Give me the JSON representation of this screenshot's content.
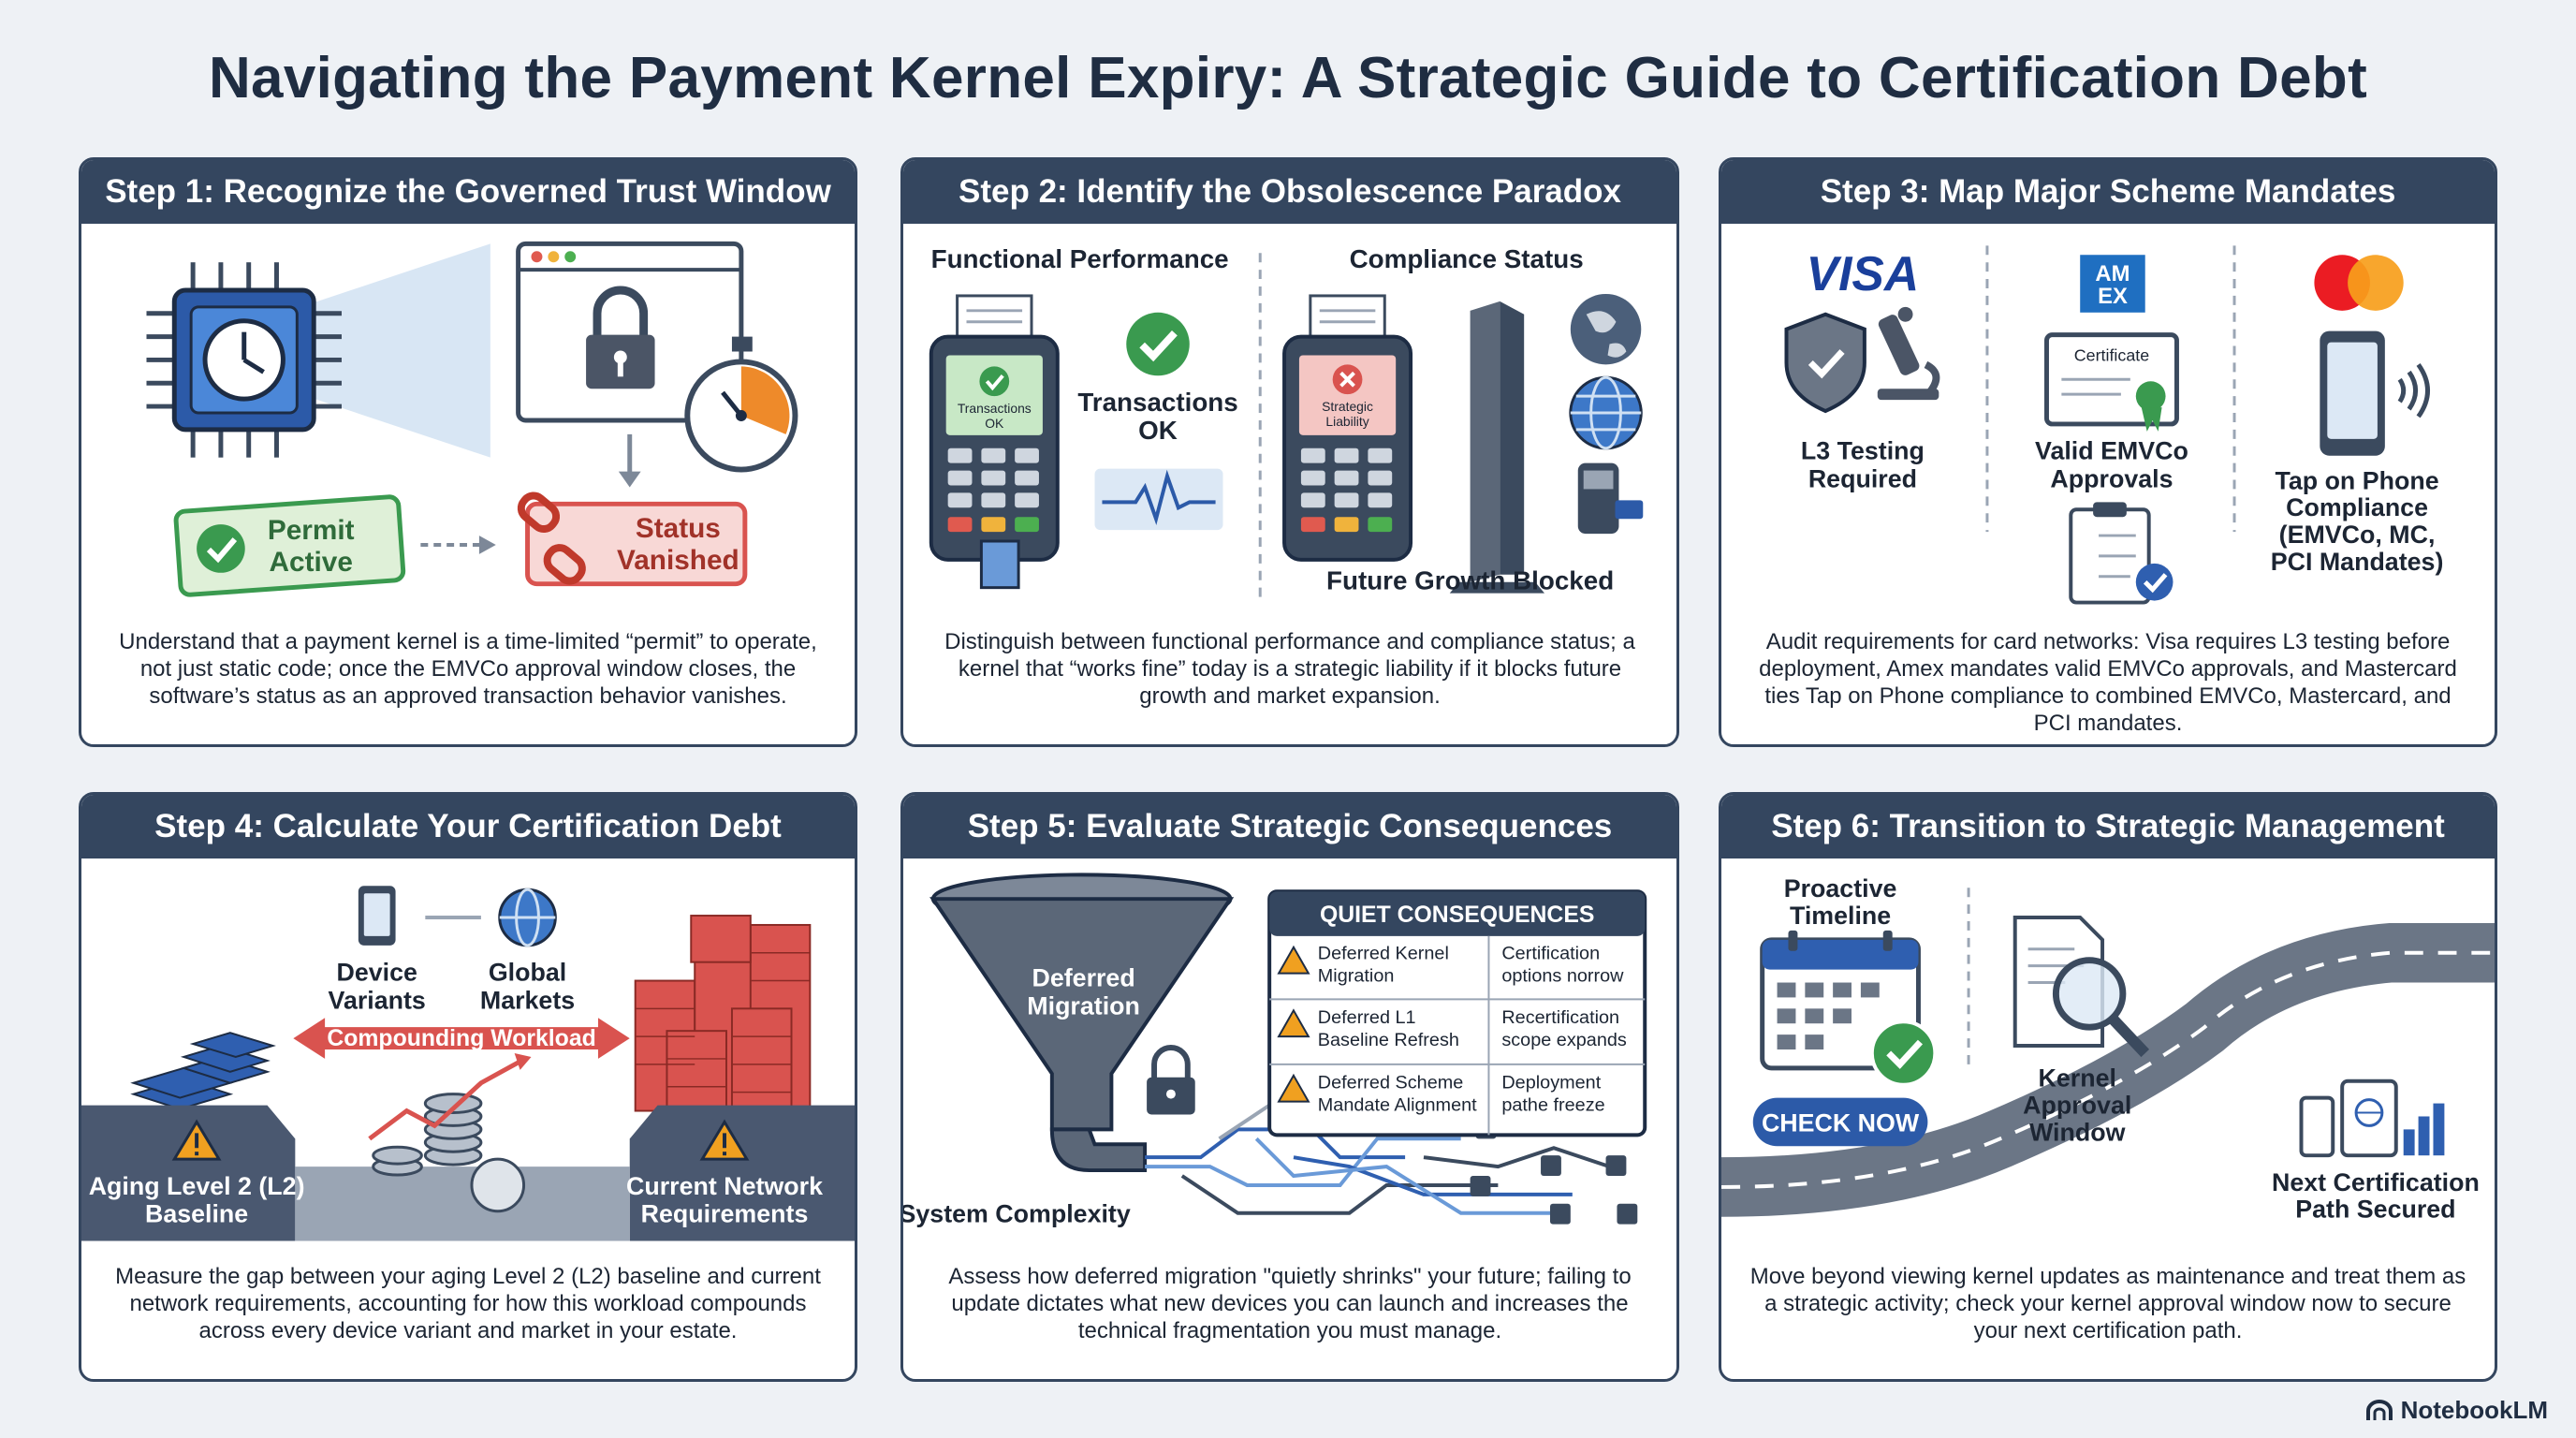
{
  "title": "Navigating the Payment Kernel Expiry: A Strategic Guide to Certification Debt",
  "brand": "NotebookLM",
  "colors": {
    "header": "#34465f",
    "green": "#3a9a4f",
    "red": "#d9534f",
    "orange": "#ee8a2a",
    "blue": "#2f5fb0"
  },
  "steps": [
    {
      "header": "Step 1: Recognize the Governed Trust Window",
      "desc": "Understand that a payment kernel is a time-limited “permit” to operate, not just static code; once the EMVCo approval window closes, the software’s status as an approved transaction behavior vanishes.",
      "permit_line1": "Permit",
      "permit_line2": "Active",
      "status_line1": "Status",
      "status_line2": "Vanished"
    },
    {
      "header": "Step 2: Identify the Obsolescence Paradox",
      "desc": "Distinguish between functional performance and compliance status; a kernel that “works fine” today is a strategic liability if it blocks future growth and market expansion.",
      "left_label": "Functional Performance",
      "right_label": "Compliance Status",
      "screen_ok_1": "Transactions",
      "screen_ok_2": "OK",
      "ok_line1": "Transactions",
      "ok_line2": "OK",
      "screen_bad_1": "Strategic",
      "screen_bad_2": "Liability",
      "blocked": "Future Growth Blocked"
    },
    {
      "header": "Step 3: Map Major Scheme Mandates",
      "desc": "Audit requirements for card networks: Visa requires L3 testing before deployment, Amex mandates valid EMVCo approvals, and Mastercard ties Tap on Phone compliance to combined EMVCo, Mastercard, and PCI mandates.",
      "visa": "VISA",
      "amex_1": "AM",
      "amex_2": "EX",
      "visa_label_1": "L3 Testing",
      "visa_label_2": "Required",
      "cert_word": "Certificate",
      "amex_label_1": "Valid EMVCo",
      "amex_label_2": "Approvals",
      "mc_label_1": "Tap on Phone",
      "mc_label_2": "Compliance",
      "mc_label_3": "(EMVCo, MC,",
      "mc_label_4": "PCI Mandates)"
    },
    {
      "header": "Step 4: Calculate Your Certification Debt",
      "desc": "Measure the gap between your aging Level 2 (L2) baseline and current network requirements, accounting for how this workload compounds across every device variant and market in your estate.",
      "device_1": "Device",
      "device_2": "Variants",
      "global_1": "Global",
      "global_2": "Markets",
      "workload": "Compounding Workload",
      "aging_1": "Aging Level 2 (L2)",
      "aging_2": "Baseline",
      "current_1": "Current Network",
      "current_2": "Requirements"
    },
    {
      "header": "Step 5: Evaluate Strategic Consequences",
      "desc": "Assess how deferred migration \"quietly shrinks\" your future; failing to update dictates what new devices you can launch and increases the technical fragmentation you must manage.",
      "funnel_1": "Deferred",
      "funnel_2": "Migration",
      "complexity": "System Complexity",
      "table_title": "QUIET CONSEQUENCES",
      "rows": [
        {
          "left_1": "Deferred Kernel",
          "left_2": "Migration",
          "right_1": "Certification",
          "right_2": "options norrow"
        },
        {
          "left_1": "Deferred L1",
          "left_2": "Baseline Refresh",
          "right_1": "Recertification",
          "right_2": "scope expands"
        },
        {
          "left_1": "Deferred Scheme",
          "left_2": "Mandate Alignment",
          "right_1": "Deployment",
          "right_2": "pathe freeze"
        }
      ]
    },
    {
      "header": "Step 6: Transition to Strategic Management",
      "desc": "Move beyond viewing kernel updates as maintenance and treat them as a strategic activity; check your kernel approval window now to secure your next certification path.",
      "timeline_1": "Proactive",
      "timeline_2": "Timeline",
      "check_now": "CHECK NOW",
      "kernel_1": "Kernel",
      "kernel_2": "Approval",
      "kernel_3": "Window",
      "next_1": "Next Certification",
      "next_2": "Path Secured"
    }
  ]
}
